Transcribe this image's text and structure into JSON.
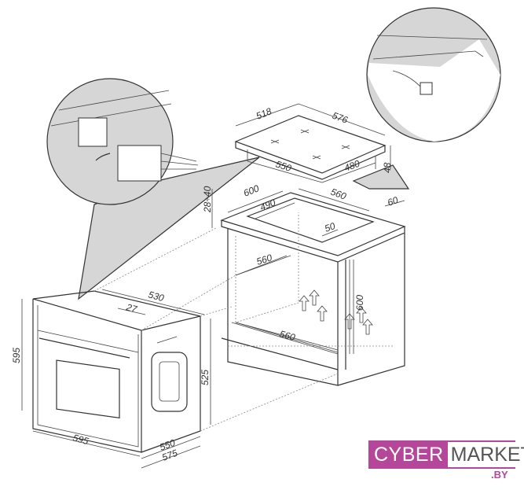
{
  "dimensions": {
    "hob_depth": "518",
    "hob_width": "576",
    "hob_cutout_depth": "550",
    "hob_cutout_width": "480",
    "hob_height": "48",
    "worktop_depth": "600",
    "worktop_thickness": "28÷40",
    "cutout_depth": "490",
    "cutout_width": "560",
    "back_clearance": "60",
    "front_clearance": "50",
    "cabinet_inner_width": "560",
    "cabinet_height": "600",
    "cabinet_bottom_width": "560",
    "oven_depth": "530",
    "oven_panel": "27",
    "oven_height": "595",
    "oven_body_height": "525",
    "oven_width": "595",
    "oven_body_depth": "550",
    "oven_total_depth": "575"
  },
  "logo": {
    "part1": "CYBER",
    "part2": "MARKET",
    "suffix": ".BY"
  },
  "colors": {
    "brand": "#b5479b",
    "callout": "#d6d6d6"
  }
}
